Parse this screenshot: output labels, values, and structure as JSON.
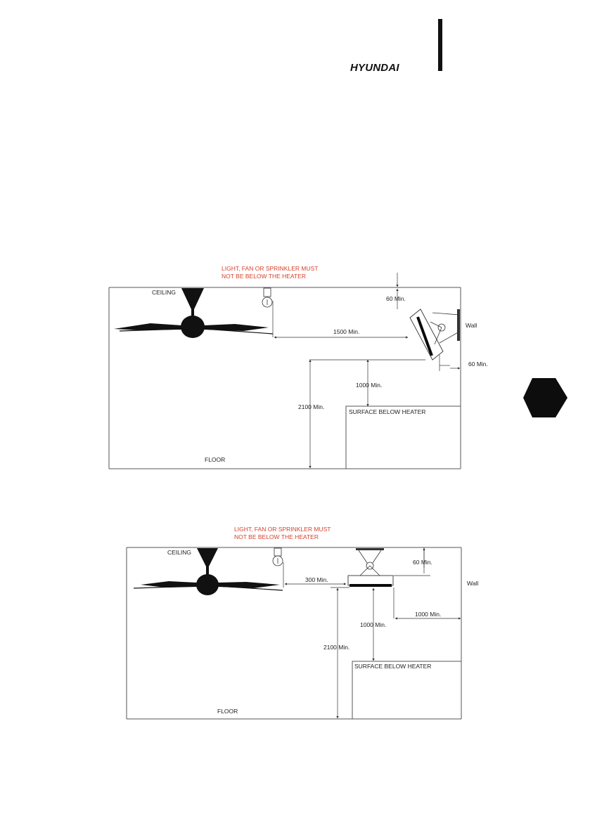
{
  "header": {
    "brand": "HYUNDAI"
  },
  "colors": {
    "warning_text": "#d9402b",
    "line": "#555555",
    "fill_dark": "#111111"
  },
  "diagram_wall": {
    "warning_line1": "LIGHT, FAN OR SPRINKLER MUST",
    "warning_line2": "NOT BE BELOW THE HEATER",
    "ceiling": "CEILING",
    "floor": "FLOOR",
    "wall": "Wall",
    "surface": "SURFACE BELOW HEATER",
    "dim_top": "60 Min.",
    "dim_side": "60 Min.",
    "dim_horizontal": "1500 Min.",
    "dim_below": "1000 Min.",
    "dim_height": "2100 Min."
  },
  "diagram_ceiling": {
    "warning_line1": "LIGHT, FAN OR SPRINKLER MUST",
    "warning_line2": "NOT BE BELOW THE HEATER",
    "ceiling": "CEILING",
    "floor": "FLOOR",
    "wall": "Wall",
    "surface": "SURFACE BELOW HEATER",
    "dim_top": "60 Min.",
    "dim_horizontal": "300 Min.",
    "dim_wall": "1000 Min.",
    "dim_below": "1000 Min.",
    "dim_height": "2100 Min."
  }
}
